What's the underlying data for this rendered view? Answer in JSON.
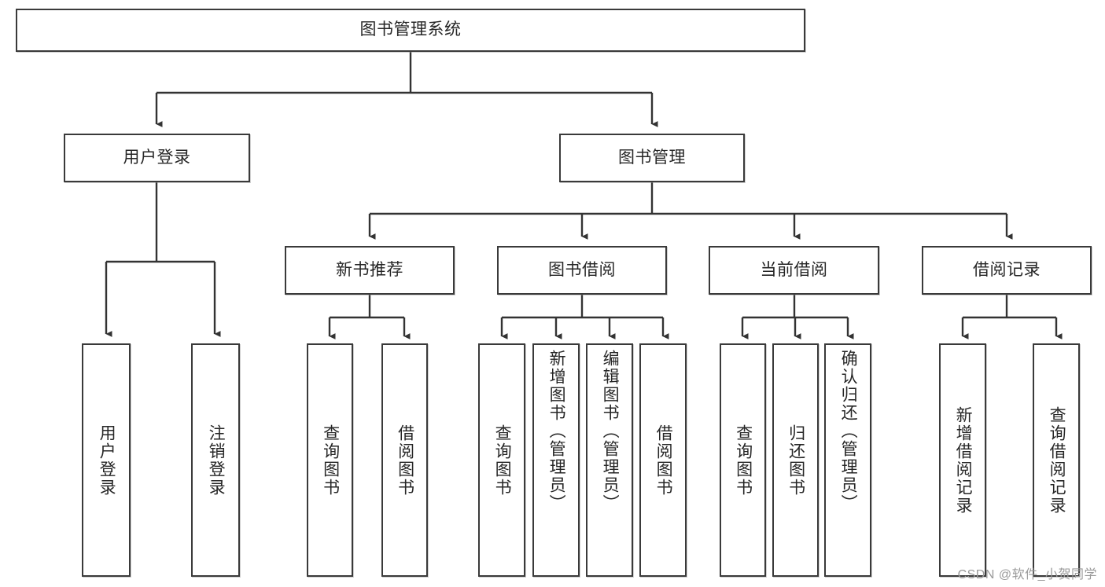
{
  "diagram": {
    "title": "图书管理系统",
    "type": "tree-hierarchy",
    "root": {
      "label": "图书管理系统"
    },
    "level2": [
      {
        "label": "用户登录"
      },
      {
        "label": "图书管理"
      }
    ],
    "level3": [
      {
        "label": "新书推荐"
      },
      {
        "label": "图书借阅"
      },
      {
        "label": "当前借阅"
      },
      {
        "label": "借阅记录"
      }
    ],
    "leaves": {
      "user_login": [
        {
          "label": "用户登录"
        },
        {
          "label": "注销登录"
        }
      ],
      "new_book_recommend": [
        {
          "label": "查询图书"
        },
        {
          "label": "借阅图书"
        }
      ],
      "book_borrow": [
        {
          "label": "查询图书"
        },
        {
          "label": "新增图书（管理员）"
        },
        {
          "label": "编辑图书（管理员）"
        },
        {
          "label": "借阅图书"
        }
      ],
      "current_borrow": [
        {
          "label": "查询图书"
        },
        {
          "label": "归还图书"
        },
        {
          "label": "确认归还（管理员）"
        }
      ],
      "borrow_record": [
        {
          "label": "新增借阅记录"
        },
        {
          "label": "查询借阅记录"
        }
      ]
    }
  },
  "watermark": {
    "text": "CSDN @软件_小贺同学"
  },
  "colors": {
    "border": "#3a3a3a",
    "text": "#262626",
    "background": "#ffffff",
    "watermark": "#9a9a9a"
  }
}
